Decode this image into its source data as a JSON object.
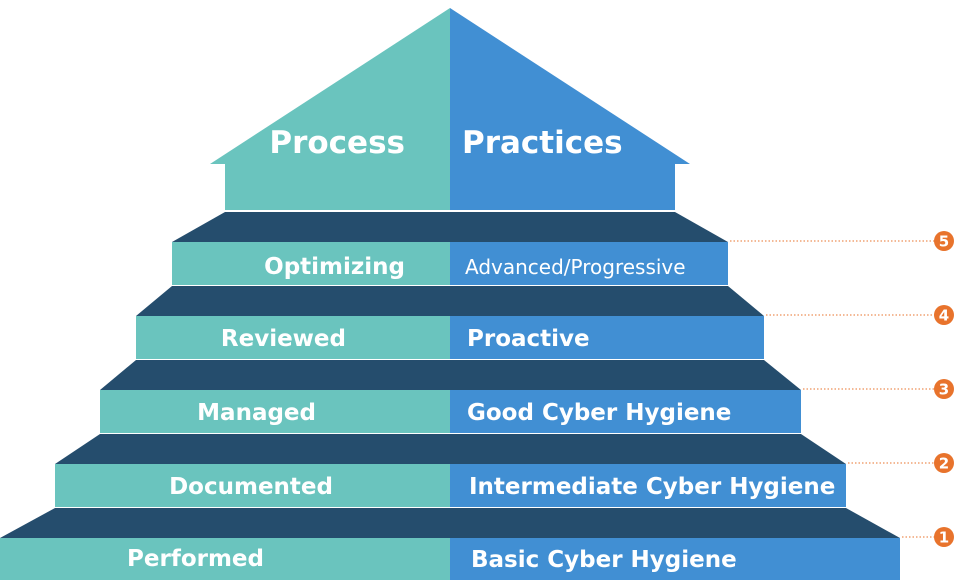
{
  "roof": {
    "left_label": "Process",
    "right_label": "Practices"
  },
  "levels": [
    {
      "number": "5",
      "process": "Optimizing",
      "practice": "Advanced/Progressive"
    },
    {
      "number": "4",
      "process": "Reviewed",
      "practice": "Proactive"
    },
    {
      "number": "3",
      "process": "Managed",
      "practice": "Good Cyber Hygiene"
    },
    {
      "number": "2",
      "process": "Documented",
      "practice": "Intermediate Cyber Hygiene"
    },
    {
      "number": "1",
      "process": "Performed",
      "practice": "Basic Cyber Hygiene"
    }
  ],
  "colors": {
    "teal": "#6ac4be",
    "blue": "#418fd3",
    "navy": "#254d6d",
    "marker": "#e8732c",
    "leader": "#e8732c"
  }
}
